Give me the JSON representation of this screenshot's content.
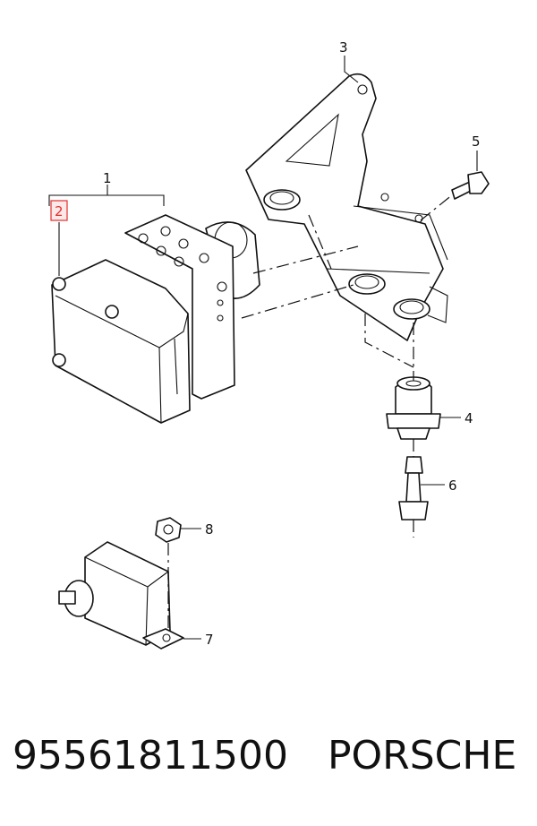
{
  "callouts": {
    "c1": "1",
    "c2": "2",
    "c3": "3",
    "c4": "4",
    "c5": "5",
    "c6": "6",
    "c7": "7",
    "c8": "8"
  },
  "footer": {
    "part_number": "95561811500",
    "brand": "PORSCHE"
  },
  "colors": {
    "line": "#111111",
    "highlight": "#e03030"
  }
}
